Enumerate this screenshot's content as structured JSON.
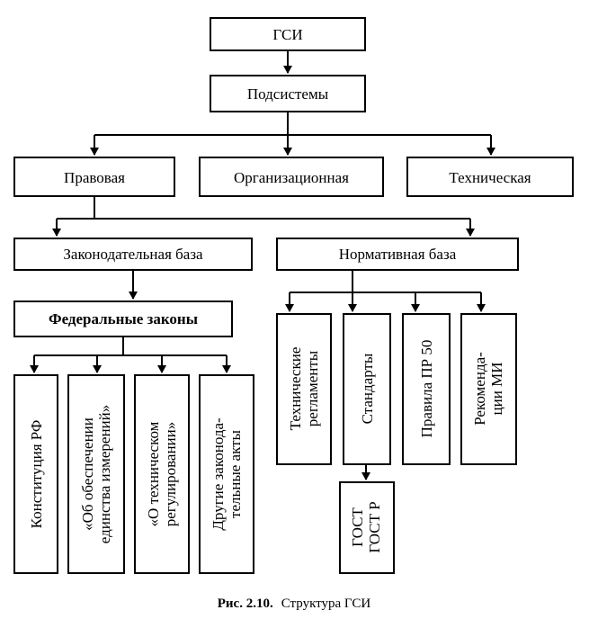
{
  "nodes": {
    "gsi": "ГСИ",
    "subsystems": "Подсистемы",
    "legal": "Правовая",
    "organizational": "Организационная",
    "technical": "Техническая",
    "legislative_base": "Законодательная база",
    "normative_base": "Нормативная база",
    "federal_laws": "Федеральные законы",
    "constitution": "Конституция РФ",
    "law_uniformity": [
      "«Об обеспечении",
      "единства измерений»"
    ],
    "law_regulation": [
      "«О техническом",
      "регулировании»"
    ],
    "other_acts": [
      "Другие законода-",
      "тельные акты"
    ],
    "tech_regs": [
      "Технические",
      "регламенты"
    ],
    "standards": "Стандарты",
    "rules_pr50": "Правила ПР 50",
    "recommendations": [
      "Рекоменда-",
      "ции МИ"
    ],
    "gost": [
      "ГОСТ",
      "ГОСТ Р"
    ]
  },
  "caption": {
    "label": "Рис. 2.10.",
    "text": "Структура ГСИ"
  },
  "colors": {
    "stroke": "#000000",
    "background": "#ffffff"
  }
}
